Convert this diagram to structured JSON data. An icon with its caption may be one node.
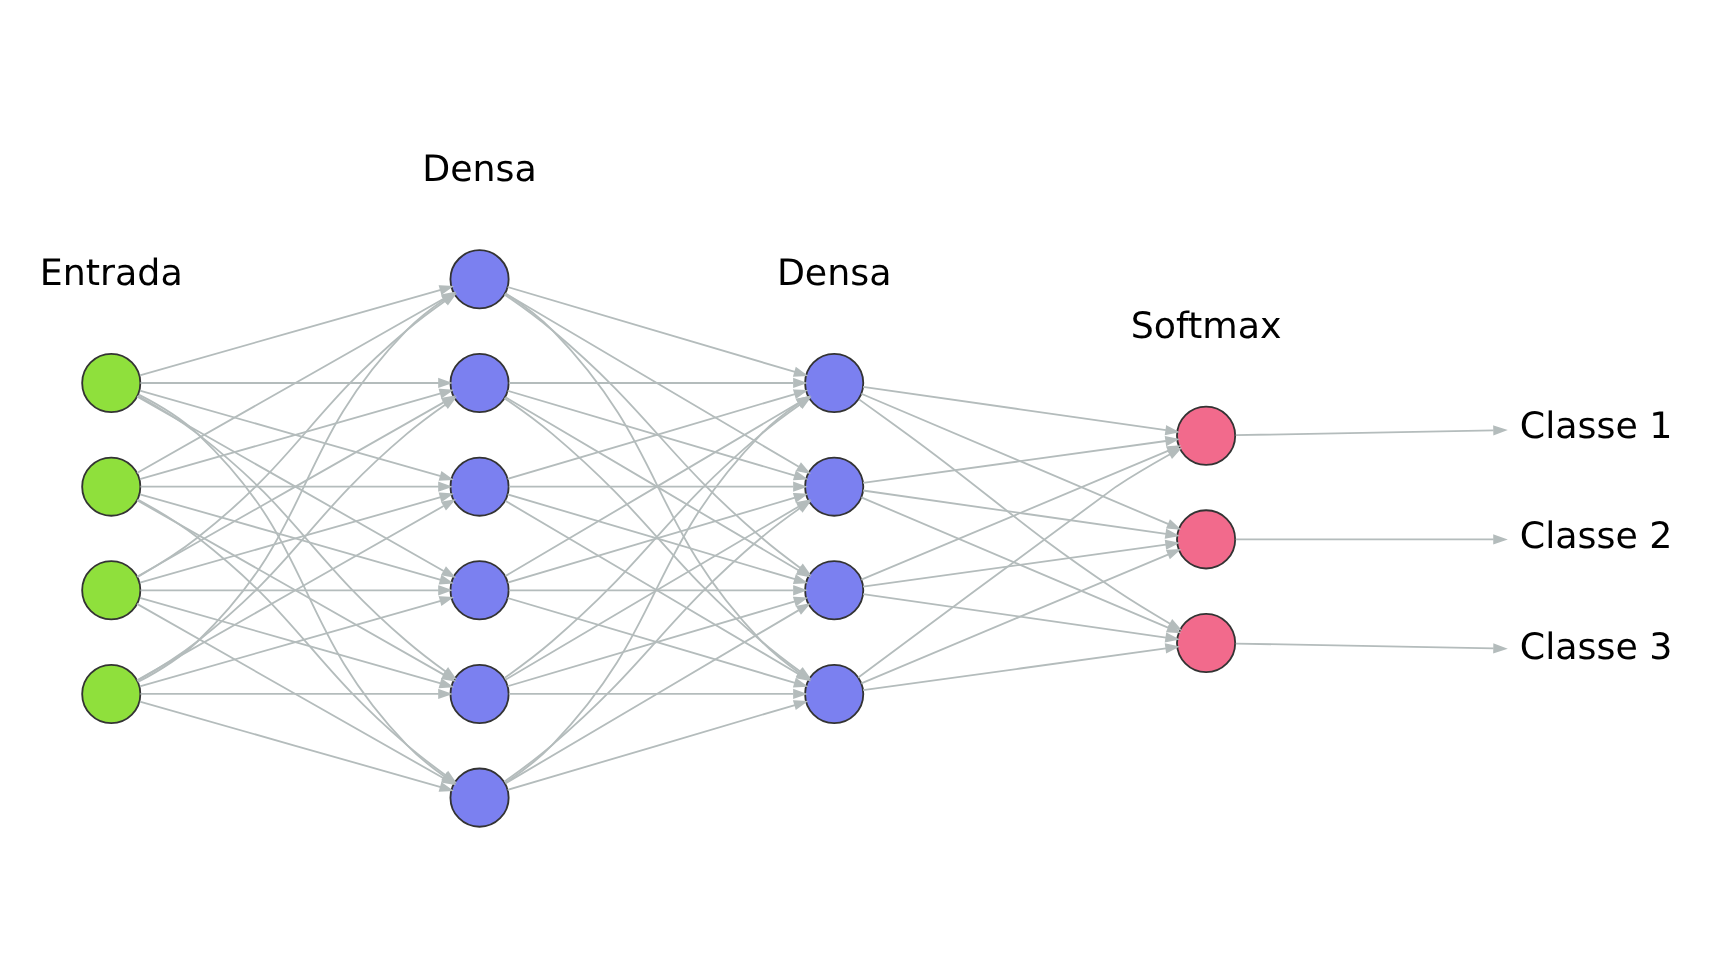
{
  "diagram": {
    "nodes": [
      {
        "text": [],
        "shape": "circle"
      },
      {
        "text": [],
        "shape": "circle"
      },
      {
        "text": [],
        "shape": "circle"
      },
      {
        "text": [],
        "shape": "circle"
      },
      {
        "text": [],
        "shape": "circle"
      },
      {
        "text": [],
        "shape": "circle"
      },
      {
        "text": [],
        "shape": "circle"
      },
      {
        "text": [],
        "shape": "circle"
      },
      {
        "text": [],
        "shape": "circle"
      },
      {
        "text": [],
        "shape": "circle"
      },
      {
        "text": [],
        "shape": "circle"
      },
      {
        "text": [],
        "shape": "circle"
      },
      {
        "text": [],
        "shape": "circle"
      },
      {
        "text": [],
        "shape": "circle"
      },
      {
        "text": [],
        "shape": "circle"
      },
      {
        "text": [],
        "shape": "circle"
      },
      {
        "text": [],
        "shape": "circle"
      },
      {
        "text": [
          "Classe 1"
        ]
      },
      {
        "text": [
          "Classe 2"
        ]
      },
      {
        "text": [
          "Classe 3"
        ]
      }
    ],
    "edges": [
      {
        "from": 0,
        "to": 4,
        "arrow": "to"
      },
      {
        "from": 0,
        "to": 5,
        "arrow": "to"
      },
      {
        "from": 0,
        "to": 6,
        "arrow": "to"
      },
      {
        "from": 0,
        "to": 7,
        "arrow": "to"
      },
      {
        "from": 0,
        "to": 8,
        "arrow": "to"
      },
      {
        "from": 0,
        "to": 9,
        "arrow": "to"
      },
      {
        "from": 1,
        "to": 4,
        "arrow": "to"
      },
      {
        "from": 1,
        "to": 5,
        "arrow": "to"
      },
      {
        "from": 1,
        "to": 6,
        "arrow": "to"
      },
      {
        "from": 1,
        "to": 7,
        "arrow": "to"
      },
      {
        "from": 1,
        "to": 8,
        "arrow": "to"
      },
      {
        "from": 1,
        "to": 9,
        "arrow": "to"
      },
      {
        "from": 2,
        "to": 4,
        "arrow": "to"
      },
      {
        "from": 2,
        "to": 5,
        "arrow": "to"
      },
      {
        "from": 2,
        "to": 6,
        "arrow": "to"
      },
      {
        "from": 2,
        "to": 7,
        "arrow": "to"
      },
      {
        "from": 2,
        "to": 8,
        "arrow": "to"
      },
      {
        "from": 2,
        "to": 9,
        "arrow": "to"
      },
      {
        "from": 3,
        "to": 4,
        "arrow": "to"
      },
      {
        "from": 3,
        "to": 5,
        "arrow": "to"
      },
      {
        "from": 3,
        "to": 6,
        "arrow": "to"
      },
      {
        "from": 3,
        "to": 7,
        "arrow": "to"
      },
      {
        "from": 3,
        "to": 8,
        "arrow": "to"
      },
      {
        "from": 3,
        "to": 9,
        "arrow": "to"
      },
      {
        "from": 4,
        "to": 10,
        "arrow": "to"
      },
      {
        "from": 4,
        "to": 11,
        "arrow": "to"
      },
      {
        "from": 4,
        "to": 12,
        "arrow": "to"
      },
      {
        "from": 4,
        "to": 13,
        "arrow": "to"
      },
      {
        "from": 5,
        "to": 10,
        "arrow": "to"
      },
      {
        "from": 5,
        "to": 11,
        "arrow": "to"
      },
      {
        "from": 5,
        "to": 12,
        "arrow": "to"
      },
      {
        "from": 5,
        "to": 13,
        "arrow": "to"
      },
      {
        "from": 6,
        "to": 10,
        "arrow": "to"
      },
      {
        "from": 6,
        "to": 11,
        "arrow": "to"
      },
      {
        "from": 6,
        "to": 12,
        "arrow": "to"
      },
      {
        "from": 6,
        "to": 13,
        "arrow": "to"
      },
      {
        "from": 7,
        "to": 10,
        "arrow": "to"
      },
      {
        "from": 7,
        "to": 11,
        "arrow": "to"
      },
      {
        "from": 7,
        "to": 12,
        "arrow": "to"
      },
      {
        "from": 7,
        "to": 13,
        "arrow": "to"
      },
      {
        "from": 8,
        "to": 10,
        "arrow": "to"
      },
      {
        "from": 8,
        "to": 11,
        "arrow": "to"
      },
      {
        "from": 8,
        "to": 12,
        "arrow": "to"
      },
      {
        "from": 8,
        "to": 13,
        "arrow": "to"
      },
      {
        "from": 9,
        "to": 10,
        "arrow": "to"
      },
      {
        "from": 9,
        "to": 11,
        "arrow": "to"
      },
      {
        "from": 9,
        "to": 12,
        "arrow": "to"
      },
      {
        "from": 9,
        "to": 13,
        "arrow": "to"
      },
      {
        "from": 10,
        "to": 14,
        "arrow": "to"
      },
      {
        "from": 10,
        "to": 15,
        "arrow": "to"
      },
      {
        "from": 10,
        "to": 16,
        "arrow": "to"
      },
      {
        "from": 11,
        "to": 14,
        "arrow": "to"
      },
      {
        "from": 11,
        "to": 15,
        "arrow": "to"
      },
      {
        "from": 11,
        "to": 16,
        "arrow": "to"
      },
      {
        "from": 12,
        "to": 14,
        "arrow": "to"
      },
      {
        "from": 12,
        "to": 15,
        "arrow": "to"
      },
      {
        "from": 12,
        "to": 16,
        "arrow": "to"
      },
      {
        "from": 13,
        "to": 14,
        "arrow": "to"
      },
      {
        "from": 13,
        "to": 15,
        "arrow": "to"
      },
      {
        "from": 13,
        "to": 16,
        "arrow": "to"
      },
      {
        "from": 14,
        "to": 17,
        "arrow": "to"
      },
      {
        "from": 15,
        "to": 18,
        "arrow": "to"
      },
      {
        "from": 16,
        "to": 19,
        "arrow": "to"
      }
    ],
    "labels": [
      "Entrada",
      "Densa",
      "Densa",
      "Softmax"
    ]
  }
}
